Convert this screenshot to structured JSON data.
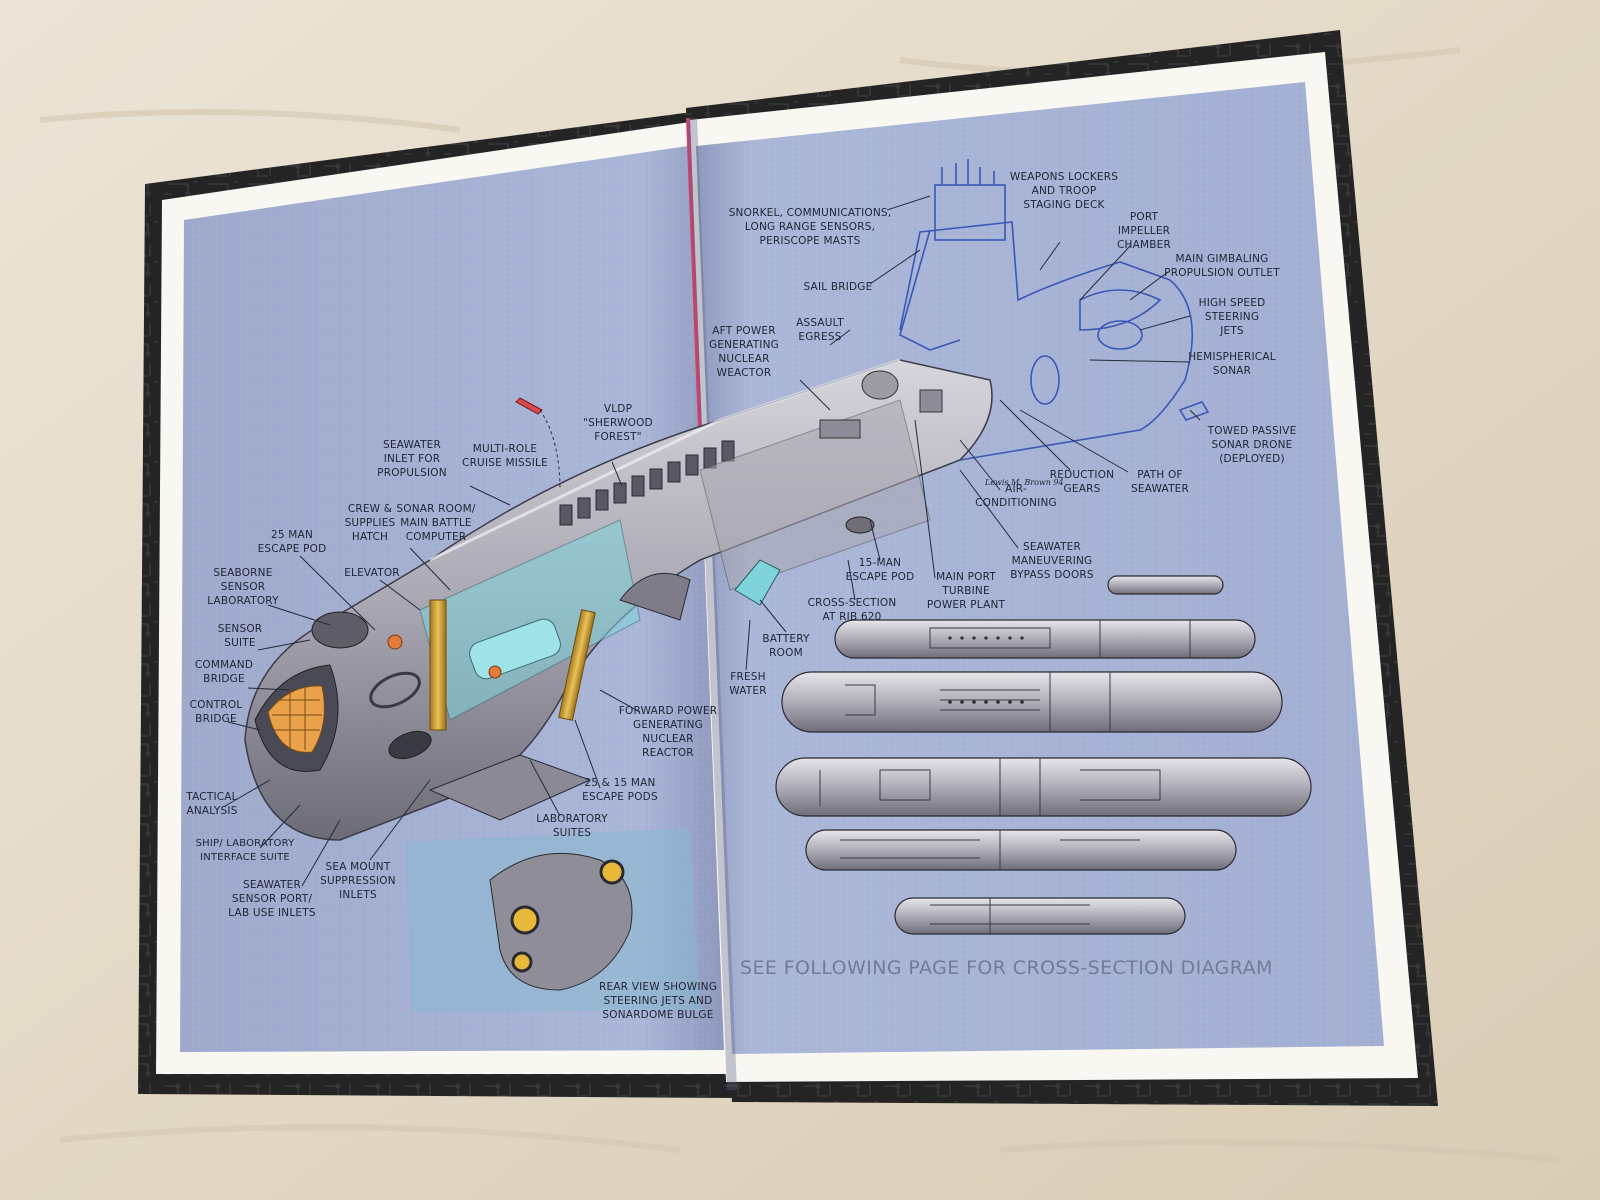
{
  "colors": {
    "table": "#e6dccb",
    "cover": "#232323",
    "page_border": "#f8f7f2",
    "paper_blue": "#a9b5d6",
    "hull": "#b9b8c0",
    "hull_dark": "#6a6975",
    "blueprint_ink": "#3c56b8",
    "spine_accent": "#d13f6a",
    "brass": "#c99a2e",
    "glass": "#7fd4dc",
    "warning_orange": "#e47a3a"
  },
  "left_page_labels": {
    "vldp": [
      "VLDP",
      "\"SHERWOOD",
      "FOREST\""
    ],
    "multi_role": [
      "MULTI-ROLE",
      "CRUISE MISSILE"
    ],
    "seawater_inlet": [
      "SEAWATER",
      "INLET FOR",
      "PROPULSION"
    ],
    "crew_hatch": [
      "CREW &",
      "SUPPLIES",
      "HATCH"
    ],
    "sonar_room": [
      "SONAR ROOM/",
      "MAIN BATTLE",
      "COMPUTER"
    ],
    "escape_25": [
      "25 MAN",
      "ESCAPE POD"
    ],
    "seaborne": [
      "SEABORNE",
      "SENSOR",
      "LABORATORY"
    ],
    "elevator": [
      "ELEVATOR"
    ],
    "sensor_suite": [
      "SENSOR",
      "SUITE"
    ],
    "command_bridge": [
      "COMMAND",
      "BRIDGE"
    ],
    "control_bridge": [
      "CONTROL",
      "BRIDGE"
    ],
    "tactical": [
      "TACTICAL",
      "ANALYSIS"
    ],
    "ship_lab": [
      "SHIP/ LABORATORY",
      "INTERFACE SUITE"
    ],
    "seawater_sensor": [
      "SEAWATER",
      "SENSOR PORT/",
      "LAB USE INLETS"
    ],
    "sea_mount": [
      "SEA MOUNT",
      "SUPPRESSION",
      "INLETS"
    ],
    "lab_suites": [
      "LABORATORY",
      "SUITES"
    ],
    "pods_25_15": [
      "25 & 15 MAN",
      "ESCAPE PODS"
    ],
    "forward_reactor": [
      "FORWARD POWER",
      "GENERATING",
      "NUCLEAR",
      "REACTOR"
    ],
    "rear_view": [
      "REAR VIEW SHOWING",
      "STEERING JETS AND",
      "SONARDOME BULGE"
    ]
  },
  "right_page_labels": {
    "snorkel": [
      "SNORKEL, COMMUNICATIONS,",
      "LONG RANGE SENSORS,",
      "PERISCOPE MASTS"
    ],
    "weapons_lockers": [
      "WEAPONS LOCKERS",
      "AND TROOP",
      "STAGING DECK"
    ],
    "port_impeller": [
      "PORT",
      "IMPELLER",
      "CHAMBER"
    ],
    "main_gimbaling": [
      "MAIN GIMBALING",
      "PROPULSION OUTLET"
    ],
    "sail_bridge": [
      "SAIL BRIDGE"
    ],
    "assault_egress": [
      "ASSAULT",
      "EGRESS"
    ],
    "aft_reactor": [
      "AFT POWER",
      "GENERATING",
      "NUCLEAR",
      "WEACTOR"
    ],
    "high_speed_jets": [
      "HIGH SPEED",
      "STEERING",
      "JETS"
    ],
    "hemispherical": [
      "HEMISPHERICAL",
      "SONAR"
    ],
    "towed_drone": [
      "TOWED PASSIVE",
      "SONAR DRONE",
      "(DEPLOYED)"
    ],
    "reduction_gears": [
      "REDUCTION",
      "GEARS"
    ],
    "path_seawater": [
      "PATH OF",
      "SEAWATER"
    ],
    "air_conditioning": [
      "AIR-",
      "CONDITIONING"
    ],
    "maneuvering_doors": [
      "SEAWATER",
      "MANEUVERING",
      "BYPASS DOORS"
    ],
    "escape_15": [
      "15-MAN",
      "ESCAPE POD"
    ],
    "main_port_turbine": [
      "MAIN PORT",
      "TURBINE",
      "POWER PLANT"
    ],
    "cross_section": [
      "CROSS-SECTION",
      "AT RIB 620"
    ],
    "battery_room": [
      "BATTERY",
      "ROOM"
    ],
    "fresh_water": [
      "FRESH",
      "WATER"
    ]
  },
  "footer_note": "SEE FOLLOWING PAGE FOR CROSS-SECTION DIAGRAM",
  "artist_signature": "Lewis M. Brown 94"
}
